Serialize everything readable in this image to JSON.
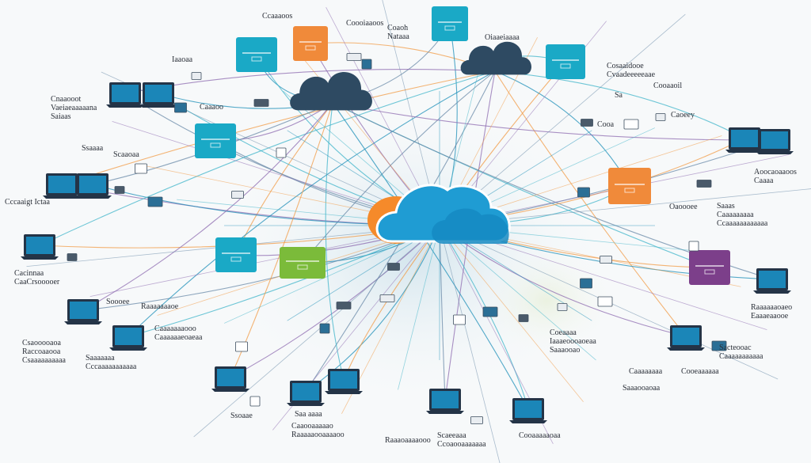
{
  "diagram": {
    "central_cloud": {
      "icon": "cloud-icon",
      "colors": [
        "#f58a2a",
        "#1f9cd3",
        "#2e4a62"
      ]
    },
    "colors": {
      "panel_teal": "#1aa9c6",
      "panel_orange": "#f08a3a",
      "panel_green": "#7bbb3a",
      "panel_purple": "#7c3f8a",
      "screen": "#1b86b8",
      "bezel": "#243447",
      "link_lines": [
        "#1e8fb8",
        "#3fb4c9",
        "#f29b45",
        "#8e6bb0",
        "#6a8aa8"
      ]
    },
    "labels": [
      {
        "id": "l1",
        "text": "Ccaaaoos"
      },
      {
        "id": "l2",
        "text": "Coooiaaoos"
      },
      {
        "id": "l3",
        "text": "Coaoh\nNataaa"
      },
      {
        "id": "l4",
        "text": "Oiaaeiaaaa"
      },
      {
        "id": "l5",
        "text": "Iaaoaa"
      },
      {
        "id": "l6",
        "text": "Cosaaidooe\nCvaadeeeeeaae"
      },
      {
        "id": "l7",
        "text": "Cooaaoil"
      },
      {
        "id": "l8",
        "text": "Sa"
      },
      {
        "id": "l9",
        "text": "Cnaaooot\nVaeiaeaaaaana\nSaiaas"
      },
      {
        "id": "l10",
        "text": "Caaaoo"
      },
      {
        "id": "l11",
        "text": "Cooa"
      },
      {
        "id": "l12",
        "text": "Caoeey"
      },
      {
        "id": "l13",
        "text": "Ssaaaa"
      },
      {
        "id": "l14",
        "text": "Scaaoaa"
      },
      {
        "id": "l15",
        "text": "Aoocaoaaoos\nCaaaa"
      },
      {
        "id": "l16",
        "text": "Cccaaigt Ictaa"
      },
      {
        "id": "l17",
        "text": "Oaoooee"
      },
      {
        "id": "l18",
        "text": "Saaas\nCaaaaaaaaa\nCcaaaaaaaaaaaa"
      },
      {
        "id": "l19",
        "text": "Cacinnaa\nCaaCrsooooer"
      },
      {
        "id": "l20",
        "text": "Soooee"
      },
      {
        "id": "l21",
        "text": "Raaaaaaaoe"
      },
      {
        "id": "l22",
        "text": "Csaooooaoa\nRaccoaaooa\nCsaaaaaaaaaa"
      },
      {
        "id": "l23",
        "text": "Caaaaaaaooo\nCaaaaaaeoaeaa"
      },
      {
        "id": "l24",
        "text": "Coeaaaa\nIaaaeoooaoeaa\nSaaaooao"
      },
      {
        "id": "l25",
        "text": "Raaaaaaoaeo\nEaaaeaaooe"
      },
      {
        "id": "l26",
        "text": "Sacteooac\nCaaaaaaaaaaa"
      },
      {
        "id": "l27",
        "text": "Saaaaaaa\nCccaaaaaaaaaaa"
      },
      {
        "id": "l28",
        "text": "Caaaaaaaa"
      },
      {
        "id": "l29",
        "text": "Cooeaaaaaa"
      },
      {
        "id": "l30",
        "text": "Ssoaae"
      },
      {
        "id": "l31",
        "text": "Saa aaaa"
      },
      {
        "id": "l32",
        "text": "Caaooaaaaao\nRaaaaaooaaaaoo"
      },
      {
        "id": "l33",
        "text": "Raaaoaaaaooo"
      },
      {
        "id": "l34",
        "text": "Scaeeaaa\nCcoaooaaaaaaa"
      },
      {
        "id": "l35",
        "text": "Cooaaaaaoaa"
      },
      {
        "id": "l36",
        "text": "Saaaooaoaa"
      }
    ]
  }
}
